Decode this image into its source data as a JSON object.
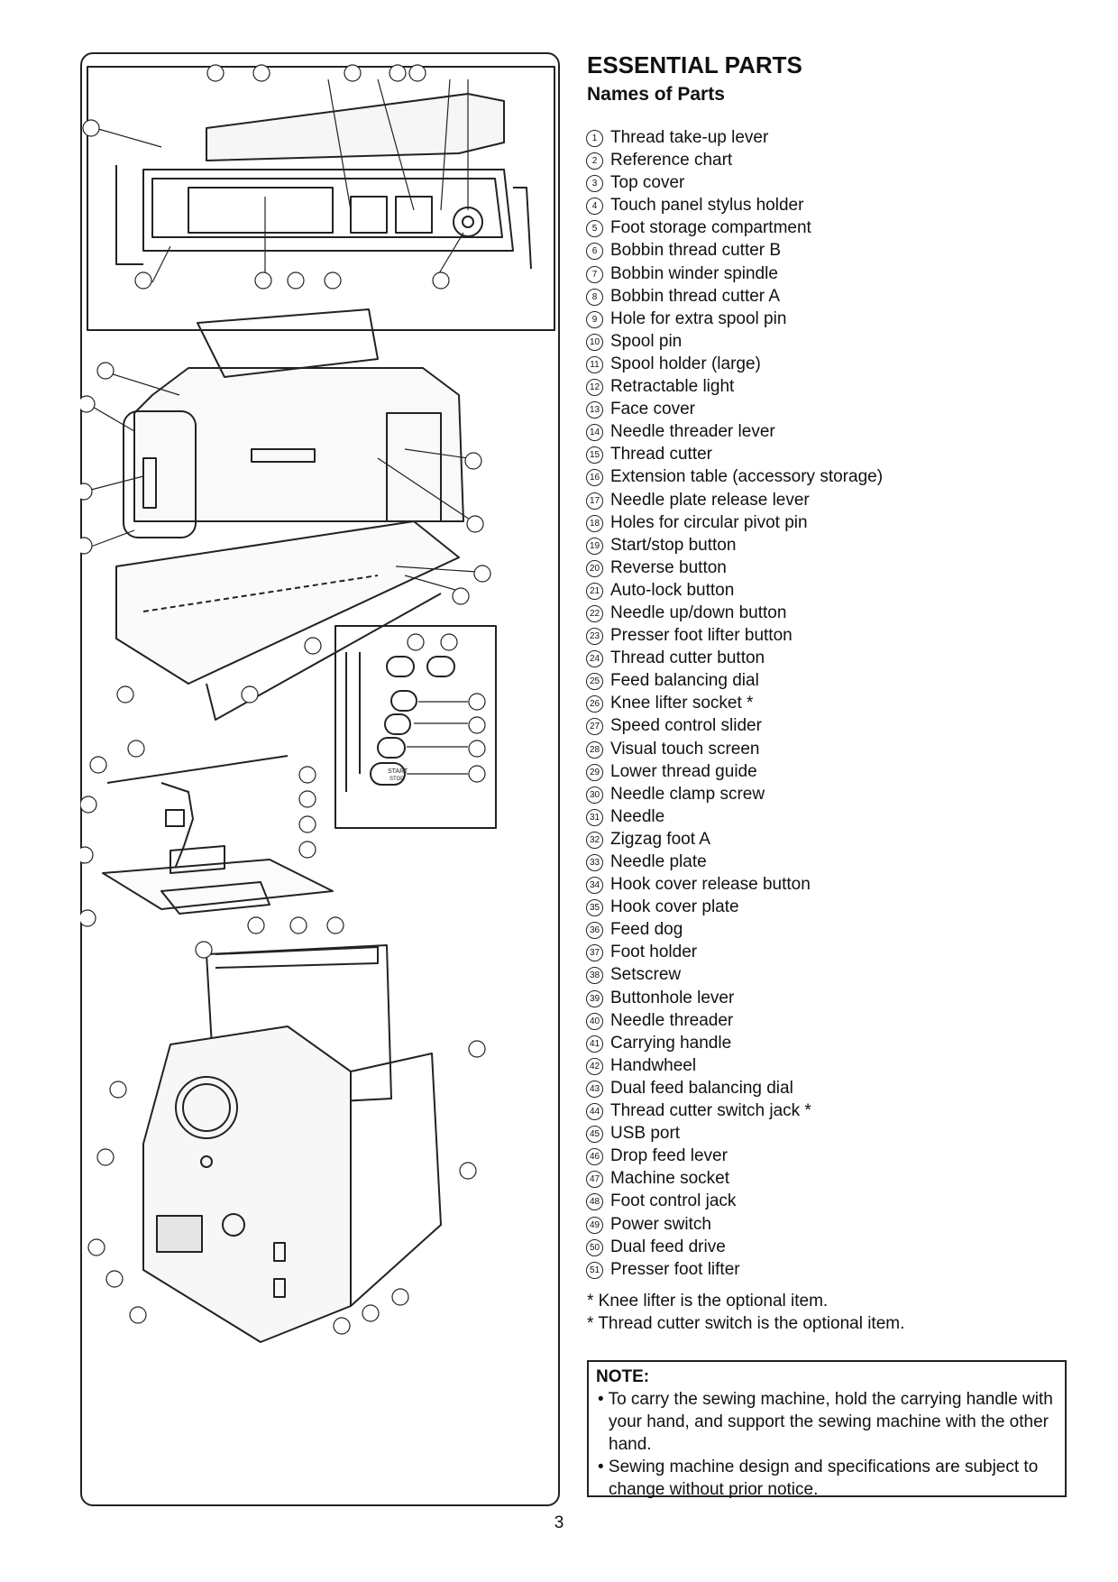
{
  "heading": "ESSENTIAL PARTS",
  "subheading": "Names of Parts",
  "parts": [
    {
      "num": "1",
      "label": "Thread take-up lever"
    },
    {
      "num": "2",
      "label": "Reference chart"
    },
    {
      "num": "3",
      "label": "Top cover"
    },
    {
      "num": "4",
      "label": "Touch panel stylus holder"
    },
    {
      "num": "5",
      "label": "Foot storage compartment"
    },
    {
      "num": "6",
      "label": "Bobbin thread cutter B"
    },
    {
      "num": "7",
      "label": "Bobbin winder spindle"
    },
    {
      "num": "8",
      "label": "Bobbin thread cutter A"
    },
    {
      "num": "9",
      "label": "Hole for extra spool pin"
    },
    {
      "num": "10",
      "label": "Spool pin"
    },
    {
      "num": "11",
      "label": "Spool holder (large)"
    },
    {
      "num": "12",
      "label": "Retractable light"
    },
    {
      "num": "13",
      "label": "Face cover"
    },
    {
      "num": "14",
      "label": "Needle threader lever"
    },
    {
      "num": "15",
      "label": "Thread cutter"
    },
    {
      "num": "16",
      "label": "Extension table (accessory storage)"
    },
    {
      "num": "17",
      "label": "Needle plate release lever"
    },
    {
      "num": "18",
      "label": "Holes for circular pivot pin"
    },
    {
      "num": "19",
      "label": "Start/stop button"
    },
    {
      "num": "20",
      "label": "Reverse button"
    },
    {
      "num": "21",
      "label": "Auto-lock button"
    },
    {
      "num": "22",
      "label": "Needle up/down button"
    },
    {
      "num": "23",
      "label": "Presser foot lifter button"
    },
    {
      "num": "24",
      "label": "Thread cutter button"
    },
    {
      "num": "25",
      "label": "Feed balancing dial"
    },
    {
      "num": "26",
      "label": "Knee lifter socket *"
    },
    {
      "num": "27",
      "label": "Speed control slider"
    },
    {
      "num": "28",
      "label": "Visual touch screen"
    },
    {
      "num": "29",
      "label": "Lower thread guide"
    },
    {
      "num": "30",
      "label": "Needle clamp screw"
    },
    {
      "num": "31",
      "label": "Needle"
    },
    {
      "num": "32",
      "label": "Zigzag foot A"
    },
    {
      "num": "33",
      "label": "Needle plate"
    },
    {
      "num": "34",
      "label": "Hook cover release button"
    },
    {
      "num": "35",
      "label": "Hook cover plate"
    },
    {
      "num": "36",
      "label": "Feed dog"
    },
    {
      "num": "37",
      "label": "Foot holder"
    },
    {
      "num": "38",
      "label": "Setscrew"
    },
    {
      "num": "39",
      "label": "Buttonhole lever"
    },
    {
      "num": "40",
      "label": "Needle threader"
    },
    {
      "num": "41",
      "label": "Carrying handle"
    },
    {
      "num": "42",
      "label": "Handwheel"
    },
    {
      "num": "43",
      "label": "Dual feed balancing dial"
    },
    {
      "num": "44",
      "label": "Thread cutter switch jack *"
    },
    {
      "num": "45",
      "label": "USB port"
    },
    {
      "num": "46",
      "label": "Drop feed lever"
    },
    {
      "num": "47",
      "label": "Machine socket"
    },
    {
      "num": "48",
      "label": "Foot control jack"
    },
    {
      "num": "49",
      "label": "Power switch"
    },
    {
      "num": "50",
      "label": "Dual feed drive"
    },
    {
      "num": "51",
      "label": "Presser foot lifter"
    }
  ],
  "notes": [
    "* Knee lifter is the optional item.",
    "* Thread cutter switch is the optional item."
  ],
  "note_box": {
    "title": "NOTE:",
    "items": [
      "• To carry the sewing machine, hold the carrying handle with your hand, and support the sewing machine with the other hand.",
      "• Sewing machine design and specifications are subject to change without prior notice."
    ]
  },
  "panel_buttons": {
    "start": "START",
    "stop": "STOP"
  },
  "page_number": "3"
}
